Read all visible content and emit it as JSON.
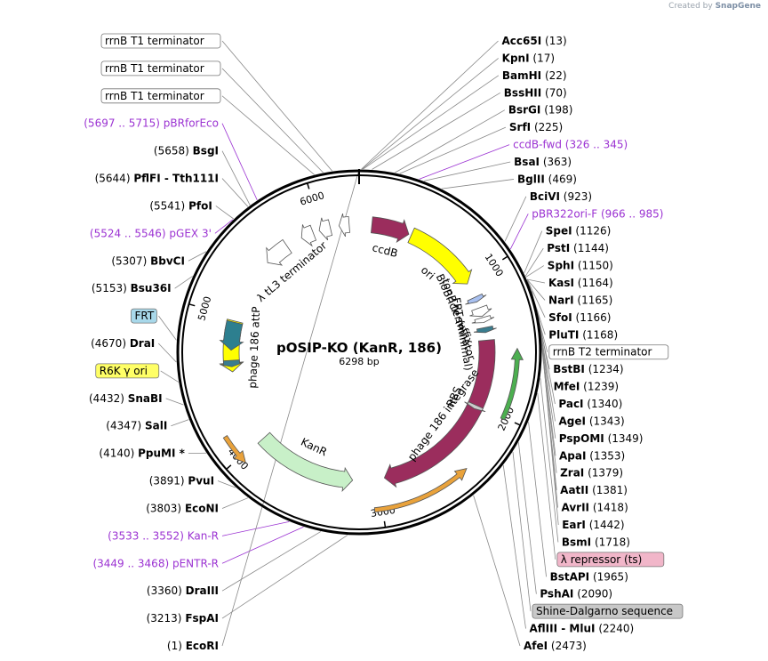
{
  "credit": {
    "prefix": "Created by",
    "brand": "SnapGene"
  },
  "plasmid": {
    "name": "pOSIP-KO (KanR, 186)",
    "length_label": "6298 bp",
    "length": 6298
  },
  "ticks": [
    {
      "label": "1000",
      "pos": 1000
    },
    {
      "label": "2000",
      "pos": 2000
    },
    {
      "label": "3000",
      "pos": 3000
    },
    {
      "label": "4000",
      "pos": 4000
    },
    {
      "label": "5000",
      "pos": 5000
    },
    {
      "label": "6000",
      "pos": 6000
    }
  ],
  "sites": [
    {
      "name": "EcoRI",
      "pos_label": "(1)",
      "pos": 1,
      "side": "left"
    },
    {
      "name": "Acc65I",
      "pos_label": "(13)",
      "pos": 13,
      "side": "right"
    },
    {
      "name": "KpnI",
      "pos_label": "(17)",
      "pos": 17,
      "side": "right"
    },
    {
      "name": "BamHI",
      "pos_label": "(22)",
      "pos": 22,
      "side": "right"
    },
    {
      "name": "BssHII",
      "pos_label": "(70)",
      "pos": 70,
      "side": "right"
    },
    {
      "name": "BsrGI",
      "pos_label": "(198)",
      "pos": 198,
      "side": "right"
    },
    {
      "name": "SrfI",
      "pos_label": "(225)",
      "pos": 225,
      "side": "right"
    },
    {
      "name": "BsaI",
      "pos_label": "(363)",
      "pos": 363,
      "side": "right"
    },
    {
      "name": "BglII",
      "pos_label": "(469)",
      "pos": 469,
      "side": "right"
    },
    {
      "name": "BciVI",
      "pos_label": "(923)",
      "pos": 923,
      "side": "right"
    },
    {
      "name": "SpeI",
      "pos_label": "(1126)",
      "pos": 1126,
      "side": "right"
    },
    {
      "name": "PstI",
      "pos_label": "(1144)",
      "pos": 1144,
      "side": "right"
    },
    {
      "name": "SphI",
      "pos_label": "(1150)",
      "pos": 1150,
      "side": "right"
    },
    {
      "name": "KasI",
      "pos_label": "(1164)",
      "pos": 1164,
      "side": "right"
    },
    {
      "name": "NarI",
      "pos_label": "(1165)",
      "pos": 1165,
      "side": "right"
    },
    {
      "name": "SfoI",
      "pos_label": "(1166)",
      "pos": 1166,
      "side": "right"
    },
    {
      "name": "PluTI",
      "pos_label": "(1168)",
      "pos": 1168,
      "side": "right"
    },
    {
      "name": "BstBI",
      "pos_label": "(1234)",
      "pos": 1234,
      "side": "right"
    },
    {
      "name": "MfeI",
      "pos_label": "(1239)",
      "pos": 1239,
      "side": "right"
    },
    {
      "name": "PacI",
      "pos_label": "(1340)",
      "pos": 1340,
      "side": "right"
    },
    {
      "name": "AgeI",
      "pos_label": "(1343)",
      "pos": 1343,
      "side": "right"
    },
    {
      "name": "PspOMI",
      "pos_label": "(1349)",
      "pos": 1349,
      "side": "right"
    },
    {
      "name": "ApaI",
      "pos_label": "(1353)",
      "pos": 1353,
      "side": "right"
    },
    {
      "name": "ZraI",
      "pos_label": "(1379)",
      "pos": 1379,
      "side": "right"
    },
    {
      "name": "AatII",
      "pos_label": "(1381)",
      "pos": 1381,
      "side": "right"
    },
    {
      "name": "AvrII",
      "pos_label": "(1418)",
      "pos": 1418,
      "side": "right"
    },
    {
      "name": "EarI",
      "pos_label": "(1442)",
      "pos": 1442,
      "side": "right"
    },
    {
      "name": "BsmI",
      "pos_label": "(1718)",
      "pos": 1718,
      "side": "right"
    },
    {
      "name": "BstAPI",
      "pos_label": "(1965)",
      "pos": 1965,
      "side": "right"
    },
    {
      "name": "PshAI",
      "pos_label": "(2090)",
      "pos": 2090,
      "side": "right"
    },
    {
      "name": "AflIII - MluI",
      "pos_label": "(2240)",
      "pos": 2240,
      "side": "right"
    },
    {
      "name": "AfeI",
      "pos_label": "(2473)",
      "pos": 2473,
      "side": "right"
    },
    {
      "name": "FspAI",
      "pos_label": "(3213)",
      "pos": 3213,
      "side": "left"
    },
    {
      "name": "DraIII",
      "pos_label": "(3360)",
      "pos": 3360,
      "side": "left"
    },
    {
      "name": "EcoNI",
      "pos_label": "(3803)",
      "pos": 3803,
      "side": "left"
    },
    {
      "name": "PvuI",
      "pos_label": "(3891)",
      "pos": 3891,
      "side": "left"
    },
    {
      "name": "PpuMI *",
      "pos_label": "(4140)",
      "pos": 4140,
      "side": "left"
    },
    {
      "name": "SalI",
      "pos_label": "(4347)",
      "pos": 4347,
      "side": "left"
    },
    {
      "name": "SnaBI",
      "pos_label": "(4432)",
      "pos": 4432,
      "side": "left"
    },
    {
      "name": "DraI",
      "pos_label": "(4670)",
      "pos": 4670,
      "side": "left"
    },
    {
      "name": "Bsu36I",
      "pos_label": "(5153)",
      "pos": 5153,
      "side": "left"
    },
    {
      "name": "BbvCI",
      "pos_label": "(5307)",
      "pos": 5307,
      "side": "left"
    },
    {
      "name": "PfoI",
      "pos_label": "(5541)",
      "pos": 5541,
      "side": "left"
    },
    {
      "name": "PflFI - Tth111I",
      "pos_label": "(5644)",
      "pos": 5644,
      "side": "left"
    },
    {
      "name": "BsgI",
      "pos_label": "(5658)",
      "pos": 5658,
      "side": "left"
    }
  ],
  "primers": [
    {
      "name": "ccdB-fwd",
      "range_label": "(326 .. 345)",
      "pos": 335,
      "side": "right"
    },
    {
      "name": "pBR322ori-F",
      "range_label": "(966 .. 985)",
      "pos": 975,
      "side": "right"
    },
    {
      "name": "Kan-R",
      "range_label": "(3533 .. 3552)",
      "pos": 3542,
      "side": "left"
    },
    {
      "name": "pENTR-R",
      "range_label": "(3449 .. 3468)",
      "pos": 3458,
      "side": "left"
    },
    {
      "name": "pGEX 3'",
      "range_label": "(5524 .. 5546)",
      "pos": 5535,
      "side": "left"
    },
    {
      "name": "pBRforEco",
      "range_label": "(5697 .. 5715)",
      "pos": 5706,
      "side": "left"
    }
  ],
  "boxed_features": [
    {
      "label": "rrnB T1 terminator",
      "fill": "#ffffff",
      "pos": 6150
    },
    {
      "label": "rrnB T1 terminator",
      "fill": "#ffffff",
      "pos": 6100
    },
    {
      "label": "rrnB T1 terminator",
      "fill": "#ffffff",
      "pos": 6050
    },
    {
      "label": "FRT",
      "fill": "#a8d8ea",
      "pos": 4790
    },
    {
      "label": "R6K γ ori",
      "fill": "#ffff66",
      "pos": 4560
    },
    {
      "label": "rrnB T2 terminator",
      "fill": "#ffffff",
      "pos": 1200
    },
    {
      "label": "λ repressor (ts)",
      "fill": "#f1b6c9",
      "pos": 1800
    },
    {
      "label": "Shine-Dalgarno sequence",
      "fill": "#c8c8c8",
      "pos": 2150
    }
  ],
  "features": [
    {
      "name": "ccdB",
      "start": 100,
      "end": 400,
      "color": "#9b2d5d",
      "dir": 1,
      "ring": 0
    },
    {
      "name": "ori",
      "start": 420,
      "end": 1010,
      "color": "#ffff00",
      "dir": 1,
      "ring": 0
    },
    {
      "name": "BioBrick suffix",
      "start": 1130,
      "end": 1170,
      "color": "#a8c0f0",
      "dir": 1,
      "ring": 0
    },
    {
      "name": "tonB terminator",
      "start": 1220,
      "end": 1290,
      "color": "#ffffff",
      "dir": 1,
      "ring": 0
    },
    {
      "name": "",
      "start": 1300,
      "end": 1340,
      "color": "#ffffff",
      "dir": 1,
      "ring": 0
    },
    {
      "name": "FRT (minimal)",
      "start": 1380,
      "end": 1420,
      "color": "#3a7d8f",
      "dir": 1,
      "ring": 0
    },
    {
      "name": "phage 186 integrase",
      "start": 1480,
      "end": 2950,
      "color": "#9b2d5d",
      "dir": 1,
      "ring": 0
    },
    {
      "name": "RBS",
      "start": 2000,
      "end": 2030,
      "color": "#cccccc",
      "dir": 1,
      "ring": 0
    },
    {
      "name": "",
      "start": 1550,
      "end": 2010,
      "color": "#4caf50",
      "dir": -1,
      "ring": 1
    },
    {
      "name": "",
      "start": 2400,
      "end": 3050,
      "color": "#e9a23b",
      "dir": -1,
      "ring": 1
    },
    {
      "name": "KanR",
      "start": 3200,
      "end": 3990,
      "color": "#c8f0c8",
      "dir": -1,
      "ring": 0
    },
    {
      "name": "",
      "start": 3950,
      "end": 4160,
      "color": "#e9a23b",
      "dir": -1,
      "ring": 1
    },
    {
      "name": "phage 186 attP",
      "start": 4570,
      "end": 4970,
      "color": "#ffff00",
      "dir": -1,
      "ring": 0
    },
    {
      "name": "",
      "start": 4610,
      "end": 4660,
      "color": "#3a7d8f",
      "dir": -1,
      "ring": 0
    },
    {
      "name": "",
      "start": 4740,
      "end": 4960,
      "color": "#2d7f8f",
      "dir": -1,
      "ring": 0
    },
    {
      "name": "λ tL3 terminator",
      "start": 5500,
      "end": 5700,
      "color": "#ffffff",
      "dir": -1,
      "ring": 0
    },
    {
      "name": "",
      "start": 5830,
      "end": 5930,
      "color": "#ffffff",
      "dir": -1,
      "ring": 0
    },
    {
      "name": "",
      "start": 5980,
      "end": 6070,
      "color": "#ffffff",
      "dir": -1,
      "ring": 0
    },
    {
      "name": "",
      "start": 6140,
      "end": 6220,
      "color": "#ffffff",
      "dir": -1,
      "ring": 0
    }
  ]
}
